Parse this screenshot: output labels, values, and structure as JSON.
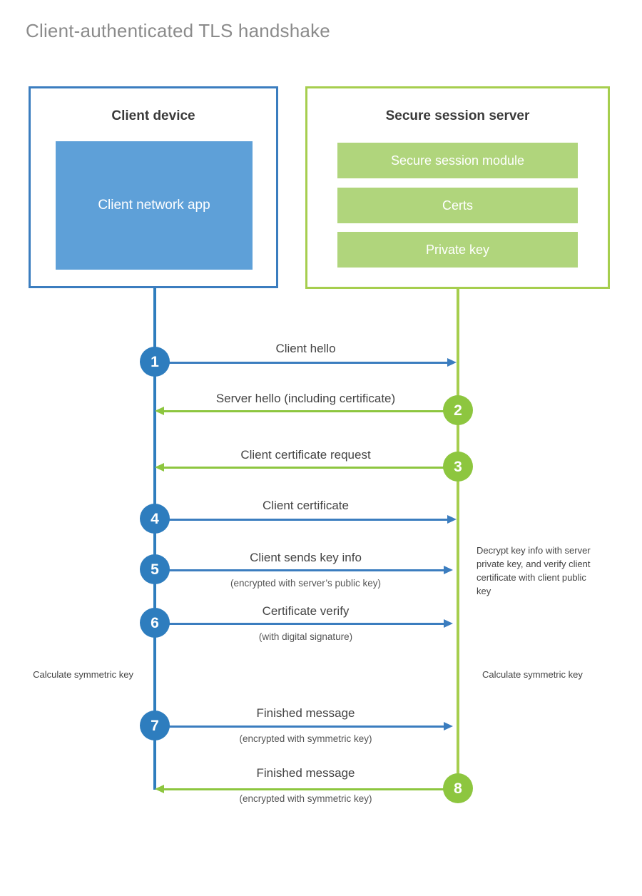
{
  "title": "Client-authenticated TLS handshake",
  "colors": {
    "blue_dark": "#2E7DBE",
    "blue_border": "#3B7DBF",
    "blue_fill": "#5EA0D8",
    "green_dark": "#8DC63F",
    "green_border": "#A6CE4E",
    "green_fill": "#B0D57C",
    "title_gray": "#8B8B8B",
    "text_gray": "#444444"
  },
  "client": {
    "title": "Client device",
    "app_label": "Client network app"
  },
  "server": {
    "title": "Secure session server",
    "components": [
      {
        "label": "Secure session module"
      },
      {
        "label": "Certs"
      },
      {
        "label": "Private key"
      }
    ]
  },
  "steps": [
    {
      "number": "1",
      "label": "Client hello",
      "sublabel": "",
      "direction": "client-to-server",
      "color": "blue"
    },
    {
      "number": "2",
      "label": "Server hello (including certificate)",
      "sublabel": "",
      "direction": "server-to-client",
      "color": "green"
    },
    {
      "number": "3",
      "label": "Client certificate request",
      "sublabel": "",
      "direction": "server-to-client",
      "color": "green"
    },
    {
      "number": "4",
      "label": "Client certificate",
      "sublabel": "",
      "direction": "client-to-server",
      "color": "blue"
    },
    {
      "number": "5",
      "label": "Client sends key info",
      "sublabel": "(encrypted with server’s public key)",
      "direction": "client-to-server",
      "color": "blue"
    },
    {
      "number": "6",
      "label": "Certificate verify",
      "sublabel": "(with digital signature)",
      "direction": "client-to-server",
      "color": "blue"
    },
    {
      "number": "7",
      "label": "Finished message",
      "sublabel": "(encrypted with symmetric key)",
      "direction": "client-to-server",
      "color": "blue"
    },
    {
      "number": "8",
      "label": "Finished message",
      "sublabel": "(encrypted with symmetric key)",
      "direction": "server-to-client",
      "color": "green"
    }
  ],
  "annotations": {
    "server_decrypt": "Decrypt key info with server private key, and verify client certificate with client public key",
    "client_calculate": "Calculate symmetric key",
    "server_calculate": "Calculate symmetric key"
  }
}
